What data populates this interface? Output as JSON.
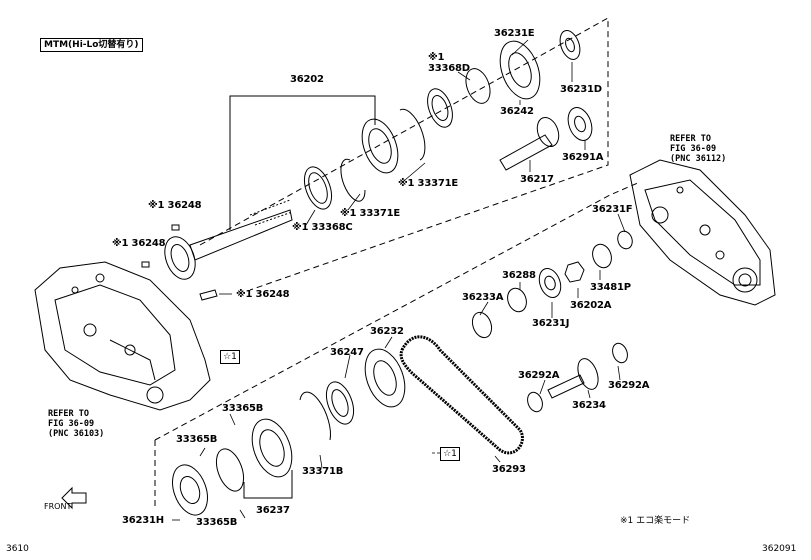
{
  "header": {
    "variant_box": "MTM(Hi-Lo切替有り)"
  },
  "parts": {
    "p36202": "36202",
    "p36231E": "36231E",
    "p33368D_mark": "※1",
    "p33368D": "33368D",
    "p36231D": "36231D",
    "p36242": "36242",
    "p36291A": "36291A",
    "p36217": "36217",
    "p33371E_upper": "※1 33371E",
    "p33371E_lower": "※1 33371E",
    "p33368C": "※1 33368C",
    "p36248_a": "※1 36248",
    "p36248_b": "※1 36248",
    "p36248_c": "※1 36248",
    "p36231F": "36231F",
    "p36288": "36288",
    "p33481P": "33481P",
    "p36233A": "36233A",
    "p36202A": "36202A",
    "p36231J": "36231J",
    "p36232": "36232",
    "p36247": "36247",
    "p33365B_a": "33365B",
    "p33365B_b": "33365B",
    "p33365B_c": "33365B",
    "p33371B": "33371B",
    "p36231H": "36231H",
    "p36237": "36237",
    "p36292A_a": "36292A",
    "p36292A_b": "36292A",
    "p36234": "36234",
    "p36293": "36293"
  },
  "refs": {
    "right": "REFER TO\nFIG 36-09\n(PNC 36112)",
    "left": "REFER TO\nFIG 36-09\n(PNC 36103)"
  },
  "markers": {
    "star1": "☆1"
  },
  "legend": {
    "eco_note": "※1 エコ楽モード"
  },
  "front_label": "FRONT",
  "footer": {
    "left_code": "3610",
    "right_code": "362091"
  }
}
